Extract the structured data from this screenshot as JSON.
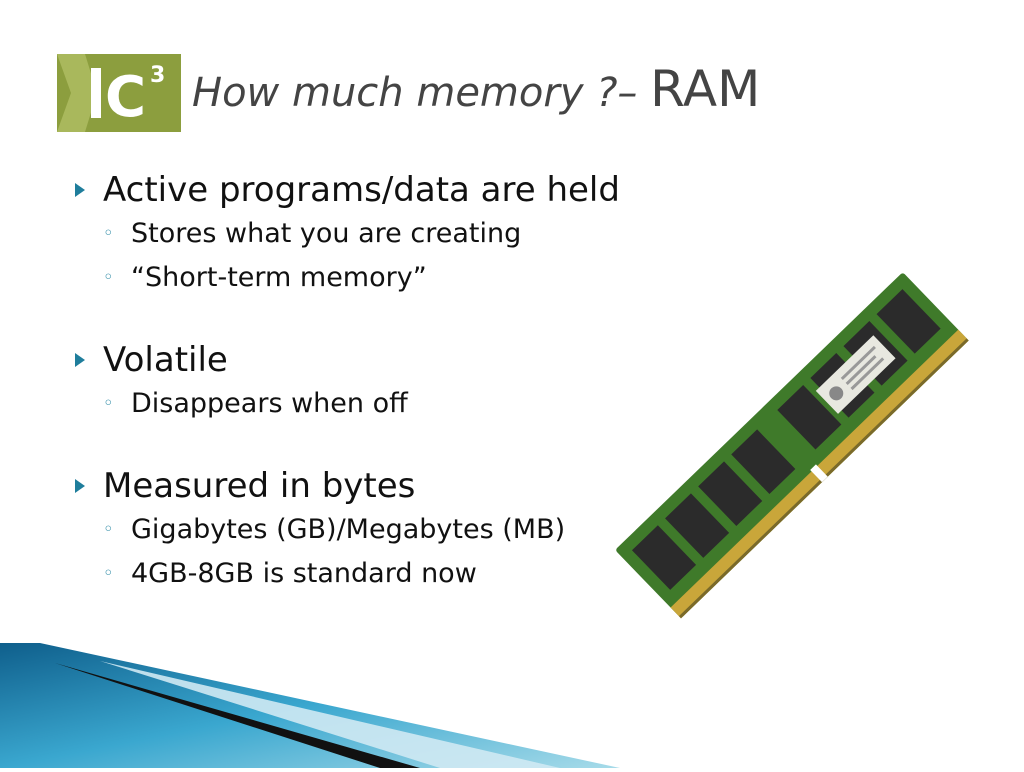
{
  "logo": {
    "text": "C",
    "superscript": "3",
    "colors": {
      "bg": "#8c9e3e",
      "fg": "#ffffff"
    }
  },
  "title": {
    "main": "How much memory ?– ",
    "emphasis": "RAM"
  },
  "bullets": [
    {
      "text": "Active programs/data are held",
      "subs": [
        "Stores what you are creating",
        "“Short-term memory”"
      ]
    },
    {
      "text": "Volatile",
      "subs": [
        "Disappears when off"
      ]
    },
    {
      "text": "Measured in bytes",
      "subs": [
        "Gigabytes (GB)/Megabytes (MB)",
        "4GB-8GB is standard now"
      ]
    }
  ],
  "icons": {
    "bullet": "triangle-right-icon",
    "sub_bullet": "circle-outline-icon"
  },
  "colors": {
    "bullet_accent": "#1f7e9c",
    "title_text": "#444444",
    "stripe_blue": "#2a8fb8"
  }
}
